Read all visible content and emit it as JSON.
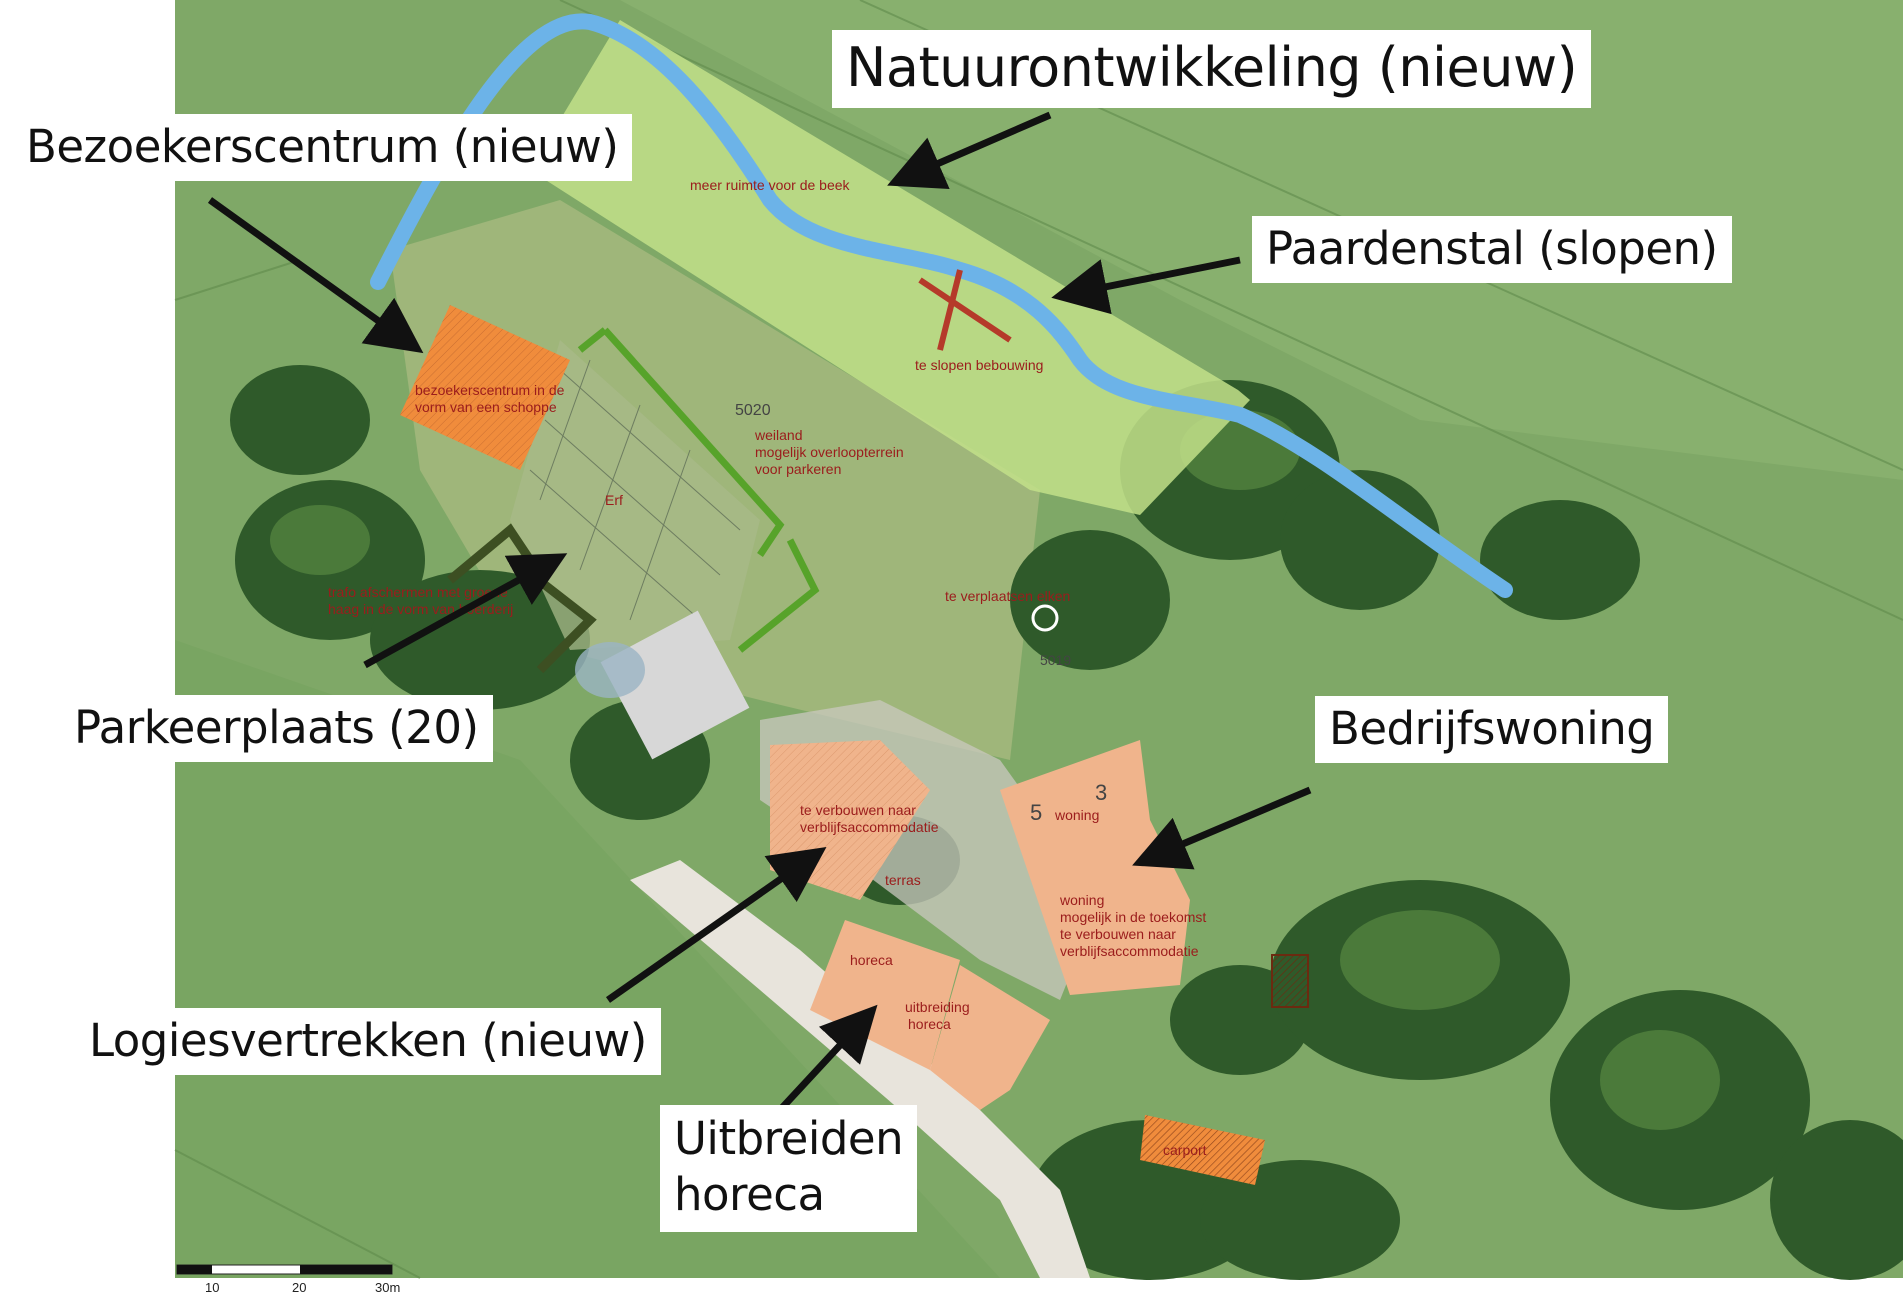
{
  "callouts": {
    "natuur": "Natuurontwikkeling (nieuw)",
    "bezoekers": "Bezoekerscentrum (nieuw)",
    "paardenstal": "Paardenstal (slopen)",
    "parkeer": "Parkeerplaats (20)",
    "bedrijf": "Bedrijfswoning",
    "logies": "Logiesvertrekken (nieuw)",
    "horeca_line1": "Uitbreiden",
    "horeca_line2": "horeca"
  },
  "plan_labels": {
    "beek": "meer ruimte voor de beek",
    "slopen": "te slopen bebouwing",
    "parcel_5020": "5020",
    "weiland_1": "weiland",
    "weiland_2": "mogelijk overloopterrein",
    "weiland_3": "voor parkeren",
    "bezoek_1": "bezoekerscentrum in de",
    "bezoek_2": "vorm van een schoppe",
    "erf": "Erf",
    "trafo_1": "trafo afschermen met groene",
    "trafo_2": "haag in de vorm van boerderij",
    "elken": "te verplaatsen elken",
    "parcel_5019": "5019",
    "verbouwen_1": "te verbouwen naar",
    "verbouwen_2": "verblijfsaccommodatie",
    "terras": "terras",
    "woning": "woning",
    "woning2_1": "woning",
    "woning2_2": "mogelijk in de toekomst",
    "woning2_3": "te verbouwen naar",
    "woning2_4": "verblijfsaccommodatie",
    "num5": "5",
    "num3": "3",
    "horeca": "horeca",
    "uitbreiding_1": "uitbreiding",
    "uitbreiding_2": "horeca",
    "carport": "carport"
  },
  "scalebar": {
    "t10": "10",
    "t20": "20",
    "t30": "30m"
  },
  "colors": {
    "field": "#7fa867",
    "field_dark": "#6c9656",
    "trees": "#2f5a2a",
    "stream": "#6cb3e8",
    "nature_zone": "#c2e08a",
    "building": "#f0b48c",
    "visitor_center": "#f08c3c",
    "hedge": "#57a32a",
    "arrow": "#111111"
  }
}
